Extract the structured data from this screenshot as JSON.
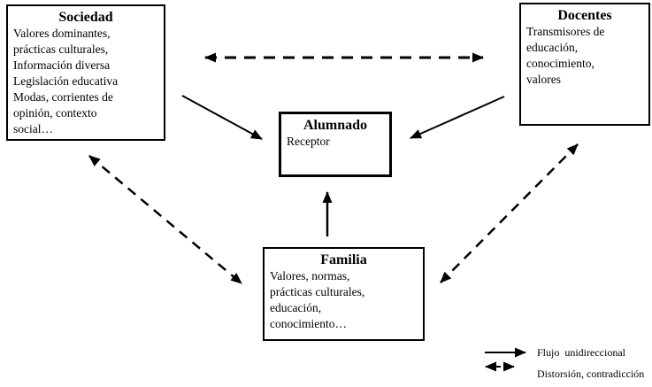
{
  "diagram": {
    "boxes": {
      "sociedad": {
        "title": "Sociedad",
        "body": "Valores dominantes,\nprácticas culturales,\nInformación diversa\nLegislación educativa\nModas, corrientes de\nopinión, contexto\nsocial…"
      },
      "docentes": {
        "title": "Docentes",
        "body": "Transmisores de\neducación,\nconocimiento,\nvalores"
      },
      "alumnado": {
        "title": "Alumnado",
        "body": "Receptor"
      },
      "familia": {
        "title": "Familia",
        "body": "Valores, normas,\nprácticas culturales,\neducación,\nconocimiento…"
      }
    },
    "relations": [
      {
        "from": "Sociedad",
        "to": "Docentes",
        "style": "dashed-double",
        "meaning": "Distorsión, contradicción"
      },
      {
        "from": "Sociedad",
        "to": "Alumnado",
        "style": "solid-single",
        "meaning": "Flujo unidireccional"
      },
      {
        "from": "Docentes",
        "to": "Alumnado",
        "style": "solid-single",
        "meaning": "Flujo unidireccional"
      },
      {
        "from": "Familia",
        "to": "Alumnado",
        "style": "solid-single",
        "meaning": "Flujo unidireccional"
      },
      {
        "from": "Sociedad",
        "to": "Familia",
        "style": "dashed-double",
        "meaning": "Distorsión, contradicción"
      },
      {
        "from": "Docentes",
        "to": "Familia",
        "style": "dashed-double",
        "meaning": "Distorsión, contradicción"
      }
    ],
    "legend": {
      "solid_label": "Flujo  unidireccional",
      "dashed_label": "Distorsión, contradicción"
    },
    "colors": {
      "line": "#000000",
      "box_border": "#000000",
      "background": "#ffffff",
      "text": "#000000"
    }
  }
}
